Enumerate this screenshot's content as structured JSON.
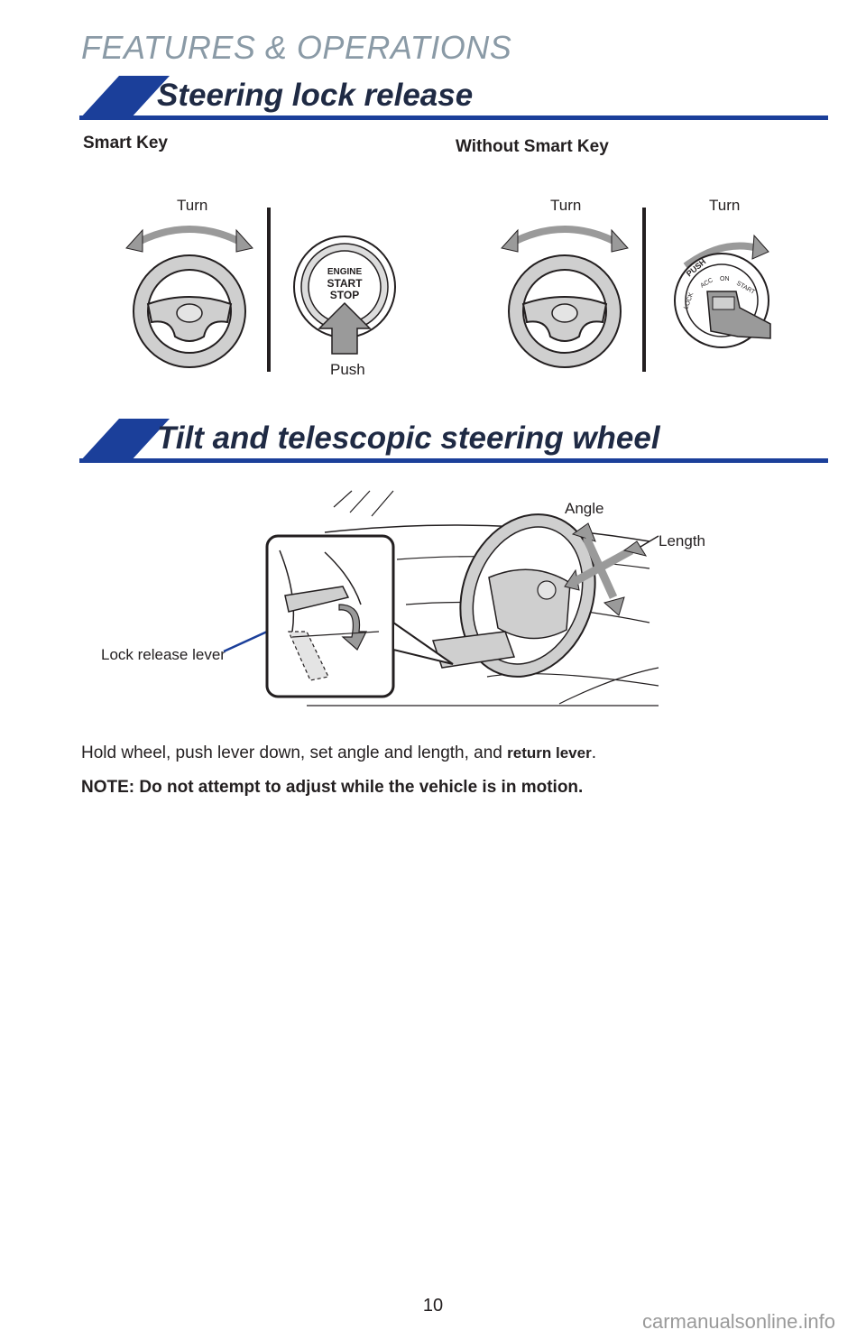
{
  "chapter": "FEATURES & OPERATIONS",
  "sections": [
    {
      "title": "Steering lock release",
      "smart_key_label": "Smart Key",
      "without_smart_key_label": "Without Smart Key",
      "turn_label": "Turn",
      "push_label": "Push",
      "engine_button": {
        "line1": "ENGINE",
        "line2": "START",
        "line3": "STOP"
      },
      "ignition_positions": [
        "PUSH",
        "LOCK",
        "ACC",
        "ON",
        "START"
      ]
    },
    {
      "title": "Tilt and telescopic steering wheel",
      "angle_label": "Angle",
      "length_label": "Length",
      "lock_release_label": "Lock release lever"
    }
  ],
  "instruction_prefix": "Hold wheel, push lever down, set angle and length, and ",
  "instruction_bold": "return lever",
  "instruction_suffix": ".",
  "note": "NOTE: Do not attempt to adjust while the vehicle is in motion.",
  "page_number": "10",
  "watermark": "carmanualsonline.info",
  "colors": {
    "accent_blue": "#1b3f9a",
    "chapter_gray": "#8a9aa6",
    "illustration_gray": "#c9c9c9"
  },
  "icons": [
    "steering-wheel-icon",
    "engine-start-stop-button-icon",
    "ignition-key-icon",
    "turn-arrow-icon",
    "push-arrow-icon"
  ]
}
